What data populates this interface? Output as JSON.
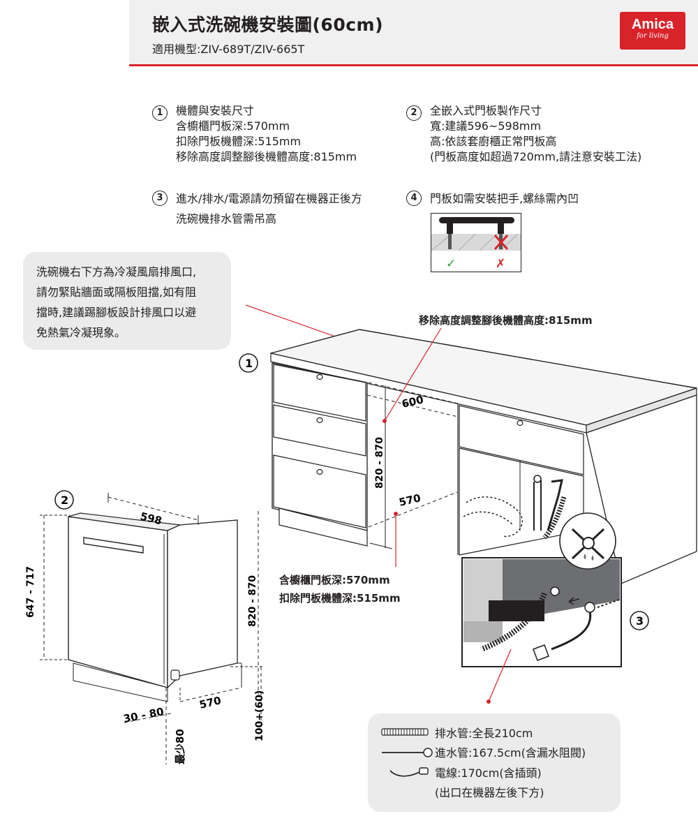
{
  "header": {
    "title": "嵌入式洗碗機安裝圖(60cm)",
    "subtitle": "適用機型:ZIV-689T/ZIV-665T",
    "logo": {
      "brand": "Amica",
      "tagline": "for living",
      "color": "#d8232a"
    }
  },
  "specs": [
    {
      "number": "1",
      "title": "機體與安裝尺寸",
      "lines": [
        "含櫥櫃門板深:570mm",
        "扣除門板機體深:515mm",
        "移除高度調整腳後機體高度:815mm"
      ]
    },
    {
      "number": "2",
      "title": "全嵌入式門板製作尺寸",
      "lines": [
        "寬:建議596~598mm",
        "高:依該套廚櫃正常門板高",
        "(門板高度如超過720mm,請注意安裝工法)"
      ]
    },
    {
      "number": "3",
      "title": "進水/排水/電源請勿預留在機器正後方",
      "lines": [
        "洗碗機排水管需吊高"
      ]
    },
    {
      "number": "4",
      "title": "門板如需安裝把手,螺絲需內凹",
      "lines": []
    }
  ],
  "handle_inset": {
    "ok_mark": "✓",
    "ng_mark": "✗"
  },
  "note": [
    "洗碗機右下方為冷凝風扇排風口,",
    "請勿緊貼牆面或隔板阻擋,如有阻",
    "擋時,建議踢腳板設計排風口以避",
    "免熱氣冷凝現象。"
  ],
  "callouts": {
    "height": "移除高度調整腳後機體高度:815mm",
    "depth_lines": [
      "含櫥櫃門板深:570mm",
      "扣除門板機體深:515mm"
    ]
  },
  "diagram_labels": {
    "cabinet_number": "1",
    "width": "600",
    "height": "820 - 870",
    "depth": "570",
    "side_number": "2",
    "side_width": "598",
    "side_height_left": "647 - 717",
    "side_height_right": "820 - 870",
    "side_bottom_gap": "30 - 80",
    "side_depth": "570",
    "side_min": "最少80",
    "side_plinth": "100+(60)",
    "detail_number": "3"
  },
  "legend": [
    {
      "icon": "drain-hose-icon",
      "text": "排水管:全長210cm"
    },
    {
      "icon": "inlet-hose-icon",
      "text": "進水管:167.5cm(含漏水阻閥)"
    },
    {
      "icon": "power-cord-icon",
      "text": "電線:170cm(含插頭)"
    },
    {
      "icon": "",
      "text": "(出口在機器左後下方)"
    }
  ],
  "colors": {
    "accent": "#d8232a",
    "panel": "#ebebeb",
    "ok": "#2a9d3a"
  }
}
